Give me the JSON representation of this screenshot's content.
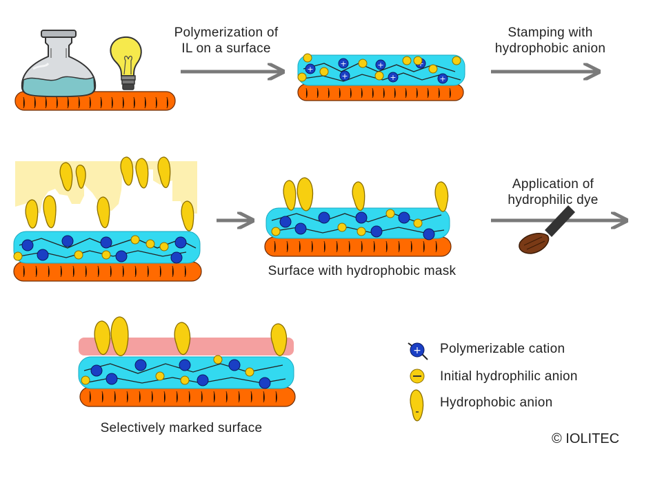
{
  "labels": {
    "polymerization_line1": "Polymerization of",
    "polymerization_line2": "IL on a surface",
    "stamping_line1": "Stamping with",
    "stamping_line2": "hydrophobic anion",
    "application_line1": "Application of",
    "application_line2": "hydrophilic dye",
    "mask_caption": "Surface with hydrophobic mask",
    "marked_caption": "Selectively marked surface"
  },
  "legend": {
    "cation": "Polymerizable cation",
    "hydrophilic_anion": "Initial hydrophilic anion",
    "hydrophobic_anion": "Hydrophobic anion"
  },
  "copyright": "© IOLITEC",
  "colors": {
    "substrate": "#ff6a00",
    "ionic_liquid": "#33d9f0",
    "cation": "#1a3fc4",
    "anion": "#f7cf10",
    "stamp": "#fdf0b0",
    "dye": "#f4a0a0",
    "arrow": "#7a7a7a"
  }
}
